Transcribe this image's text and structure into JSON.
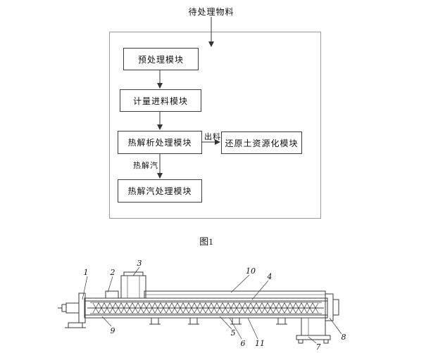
{
  "figure1": {
    "input_label": "待处理物料",
    "boxes": {
      "pretreatment": "预处理模块",
      "metering_feed": "计量进料模块",
      "pyrolysis": "热解析处理模块",
      "soil_recycling": "还原土资源化模块",
      "vapor_treatment": "热解汽处理模块"
    },
    "arrow_labels": {
      "discharge": "出料",
      "pyrolysis_vapor": "热解汽"
    },
    "caption": "图1"
  },
  "figure2": {
    "part_labels": {
      "n1": "1",
      "n2": "2",
      "n3": "3",
      "n4": "4",
      "n5": "5",
      "n6": "6",
      "n7": "7",
      "n8": "8",
      "n9": "9",
      "n10": "10",
      "n11": "11"
    }
  }
}
